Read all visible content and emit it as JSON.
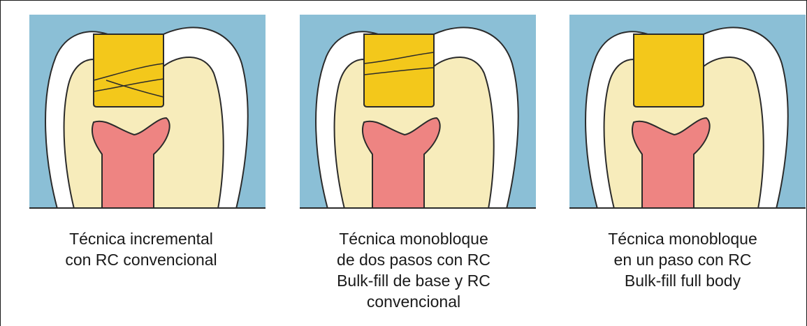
{
  "colors": {
    "background": "#8bbfd6",
    "enamel": "#ffffff",
    "dentin": "#f7ecbb",
    "pulp": "#ee8482",
    "restoration": "#f3c81b",
    "outline": "#2b2b2b"
  },
  "panels": [
    {
      "caption_lines": [
        "Técnica incremental",
        "con RC convencional"
      ]
    },
    {
      "caption_lines": [
        "Técnica monobloque",
        "de dos pasos con RC",
        "Bulk-fill de base y RC",
        "convencional"
      ]
    },
    {
      "caption_lines": [
        "Técnica monobloque",
        "en un paso con RC",
        "Bulk-fill full body"
      ]
    }
  ]
}
